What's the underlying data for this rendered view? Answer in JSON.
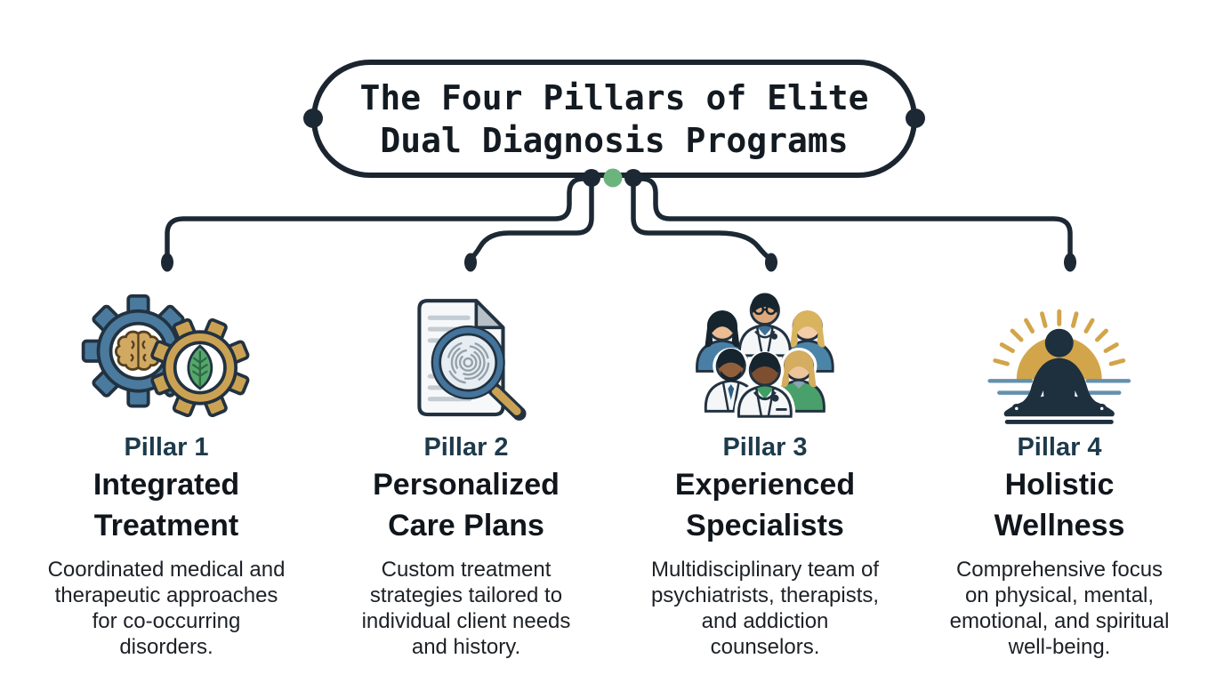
{
  "header": {
    "title": "The Four Pillars of Elite\nDual Diagnosis Programs"
  },
  "pillars": [
    {
      "name": "Pillar 1",
      "title": "Integrated\nTreatment",
      "description": "Coordinated medical and\ntherapeutic approaches\nfor co-occurring\ndisorders.",
      "icon": "gears-brain-leaf-icon"
    },
    {
      "name": "Pillar 2",
      "title": "Personalized\nCare Plans",
      "description": "Custom treatment\nstrategies tailored to\nindividual client needs\nand history.",
      "icon": "document-fingerprint-magnifier-icon"
    },
    {
      "name": "Pillar 3",
      "title": "Experienced\nSpecialists",
      "description": "Multidisciplinary team of\npsychiatrists, therapists,\nand addiction\ncounselors.",
      "icon": "medical-team-icon"
    },
    {
      "name": "Pillar 4",
      "title": "Holistic\nWellness",
      "description": "Comprehensive focus\non physical, mental,\nemotional, and spiritual\nwell-being.",
      "icon": "meditation-sunrise-icon"
    }
  ],
  "colors": {
    "ink": "#1c2834",
    "accent_green_dot": "#6cb47e",
    "gear_blue": "#4a7a9e",
    "gear_gold": "#cba254",
    "leaf_green": "#55a86b",
    "brain_tan": "#d2a963",
    "sun_gold": "#d2a54a",
    "water_blue": "#6391ad",
    "silhouette_navy": "#1e2f3e",
    "pillar_name_navy": "#1e3a4b"
  }
}
